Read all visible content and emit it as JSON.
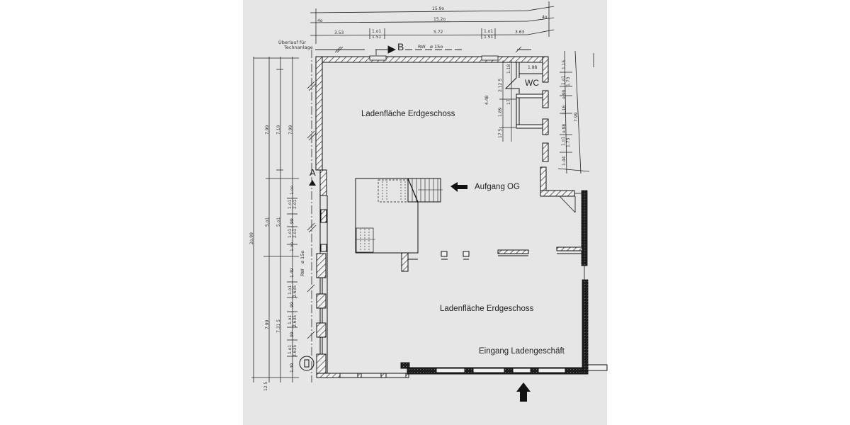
{
  "colors": {
    "sheet": "#e6e6e6",
    "ink": "#1a1a1a",
    "background": "#ffffff"
  },
  "rooms": {
    "upper_sales_floor": "Ladenfläche Erdgeschoss",
    "lower_sales_floor": "Ladenfläche Erdgeschoss",
    "wc": "WC",
    "stair_up": "Aufgang OG",
    "entrance": "Eingang Ladengeschäft"
  },
  "markers": {
    "section_b": "B",
    "section_a": "A",
    "rw_top": "RW",
    "rw_top_dia": "ø 15o",
    "rw_left": "RW",
    "rw_left_dia": "ø 15o",
    "overflow_note_1": "Überlauf für",
    "overflow_note_2": "Technanlage"
  },
  "dimensions": {
    "top": {
      "overall_1": "15.9o",
      "overall_2": "15.2o",
      "seg_1": "3.53",
      "seg_2a": "1.o1",
      "seg_2b": "1.51",
      "seg_3": "5.72",
      "seg_4a": "1.o1",
      "seg_4b": "1.51",
      "seg_5": "3.63",
      "end": "4o",
      "start": "4o"
    },
    "left": {
      "overall": "2o.99",
      "upper_1": "7.99",
      "upper_2": "7.19",
      "upper_3": "7.99",
      "mid_1": "5.o1",
      "mid_2": "5.o1",
      "lower_1": "7.99",
      "lower_2": "7.31 5",
      "open_1a": "1.o1",
      "open_1b": "2.o1",
      "open_2": "1.oo",
      "open_3": "99",
      "open_4a": "1.o1",
      "open_4b": "2.o1",
      "open_5": "1.oo",
      "open_6": "1.49",
      "open_7a": "1.o1",
      "open_7b": "2.635",
      "open_8": "99",
      "open_9a": "1.o1",
      "open_9b": "2.635",
      "open_10": "99",
      "open_11a": "1.o1",
      "open_11b": "2.635",
      "open_12": "1.49",
      "bottom": "12 5"
    },
    "right": {
      "overall": "7.99",
      "r1": "1.15",
      "r2a": "1.o1",
      "r2b": "1.73",
      "r3": "o.99",
      "r4": "1.16",
      "r5": "o.98",
      "r6a": "1.o1",
      "r6b": "1.73",
      "r7": "1.44"
    },
    "interior": {
      "a": "2.12 5",
      "b": "1.18",
      "c": "4.48",
      "d": "1.89",
      "e": "17",
      "f": "17 5",
      "wc_w": "1.88"
    }
  }
}
